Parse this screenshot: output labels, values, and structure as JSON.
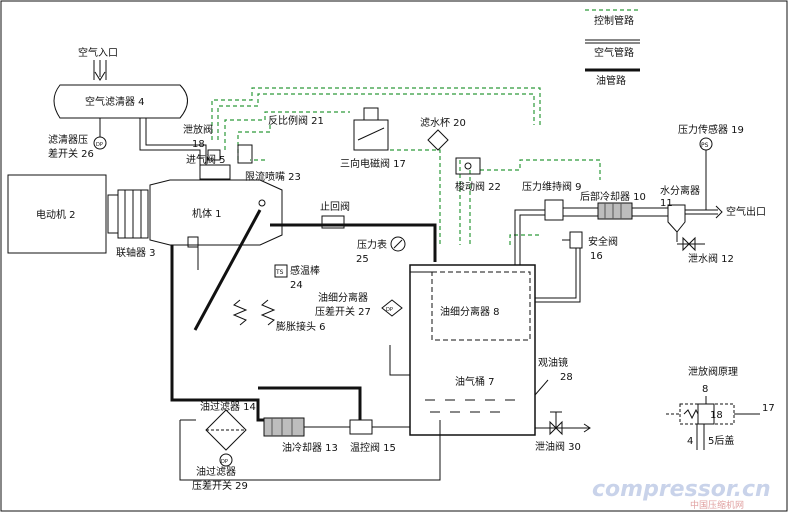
{
  "legend": {
    "control": "控制管路",
    "air": "空气管路",
    "oil": "油管路"
  },
  "labels": {
    "air_inlet": "空气入口",
    "air_filter": "空气滤清器 4",
    "filter_dp_1": "滤清器压",
    "filter_dp_2": "差开关 26",
    "relief_valve": "泄放阀",
    "relief_num": "18",
    "intake_valve": "进气阀 5",
    "proportional_valve": "反比例阀 21",
    "three_way_valve": "三向电磁阀 17",
    "water_cup": "滤水杯 20",
    "shuttle_valve": "梭动阀 22",
    "limit_nozzle": "限流喷嘴 23",
    "motor": "电动机 2",
    "coupling": "联轴器 3",
    "machine": "机体 1",
    "check_valve": "止回阀",
    "pressure_gauge": "压力表",
    "pressure_gauge_num": "25",
    "temp_sensor": "感温棒",
    "temp_sensor_num": "24",
    "min_pressure_valve": "压力维持阀 9",
    "aftercooler": "后部冷却器 10",
    "water_separator": "水分离器",
    "water_separator_num": "11",
    "air_outlet": "空气出口",
    "pressure_sensor": "压力传感器 19",
    "safety_valve": "安全阀",
    "safety_valve_num": "16",
    "drain_valve": "泄水阀 12",
    "oil_sep_dp_1": "油细分离器",
    "oil_sep_dp_2": "压差开关 27",
    "oil_separator": "油细分离器 8",
    "expansion_joint": "膨胀接头 6",
    "sight_glass": "观油镜",
    "sight_glass_num": "28",
    "oil_tank": "油气桶 7",
    "oil_filter": "油过滤器 14",
    "oil_cooler": "油冷却器 13",
    "thermostat_valve": "温控阀 15",
    "oil_drain": "泄油阀 30",
    "oil_filter_dp_1": "油过滤器",
    "oil_filter_dp_2": "压差开关 29",
    "relief_principle": "泄放阀原理",
    "rp_8": "8",
    "rp_18": "18",
    "rp_17": "17",
    "rp_4": "4",
    "rp_5": "5后盖",
    "dp": "DP",
    "ps": "PS",
    "ts": "TS"
  },
  "watermark": {
    "brand": "compressor.cn",
    "site": "中国压缩机网"
  }
}
